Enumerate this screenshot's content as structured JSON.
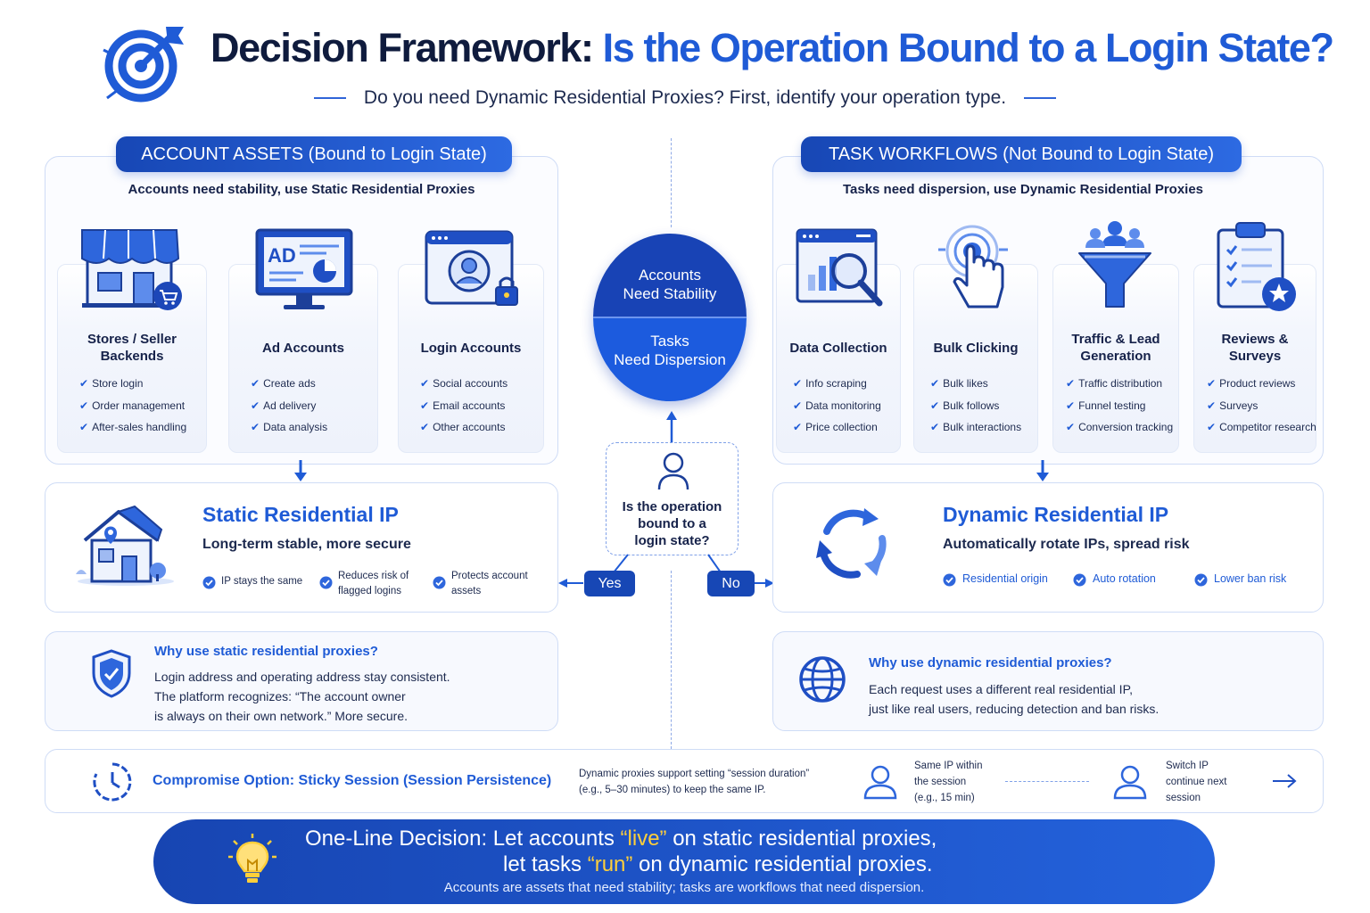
{
  "header": {
    "title_main": "Decision Framework:",
    "title_accent": "Is the Operation Bound to a Login State?",
    "subtitle": "Do you need Dynamic Residential Proxies? First, identify your operation type."
  },
  "left": {
    "head": "ACCOUNT ASSETS (Bound to Login State)",
    "sub": "Accounts need stability, use Static Residential Proxies",
    "cards": [
      {
        "title": "Stores / Seller Backends",
        "items": [
          "Store login",
          "Order management",
          "After-sales handling"
        ],
        "icon": "storefront-icon"
      },
      {
        "title": "Ad Accounts",
        "items": [
          "Create ads",
          "Ad delivery",
          "Data analysis"
        ],
        "icon": "ad-monitor-icon",
        "icon_text": "AD"
      },
      {
        "title": "Login Accounts",
        "items": [
          "Social accounts",
          "Email accounts",
          "Other accounts"
        ],
        "icon": "login-window-icon"
      }
    ],
    "ip": {
      "title": "Static Residential IP",
      "sub": "Long-term stable, more secure",
      "features": [
        "IP stays the same",
        "Reduces risk of flagged logins",
        "Protects account assets"
      ]
    },
    "why": {
      "title": "Why use static residential proxies?",
      "lines": [
        "Login address and operating address stay consistent.",
        "The platform recognizes:  “The account owner",
        "is always on their own network.” More secure."
      ]
    }
  },
  "right": {
    "head": "TASK WORKFLOWS (Not Bound to Login State)",
    "sub": "Tasks need dispersion, use Dynamic Residential Proxies",
    "cards": [
      {
        "title": "Data Collection",
        "items": [
          "Info scraping",
          "Data monitoring",
          "Price collection"
        ],
        "icon": "data-search-icon"
      },
      {
        "title": "Bulk Clicking",
        "items": [
          "Bulk likes",
          "Bulk follows",
          "Bulk interactions"
        ],
        "icon": "click-hand-icon"
      },
      {
        "title": "Traffic & Lead Generation",
        "items": [
          "Traffic distribution",
          "Funnel testing",
          "Conversion tracking"
        ],
        "icon": "funnel-icon"
      },
      {
        "title": "Reviews & Surveys",
        "items": [
          "Product reviews",
          "Surveys",
          "Competitor research"
        ],
        "icon": "clipboard-icon"
      }
    ],
    "ip": {
      "title": "Dynamic Residential IP",
      "sub": "Automatically rotate IPs, spread risk",
      "features": [
        "Residential origin",
        "Auto rotation",
        "Lower ban risk"
      ]
    },
    "why": {
      "title": "Why use dynamic residential proxies?",
      "lines": [
        "Each request uses a different real residential IP,",
        "just like real users, reducing detection and ban risks."
      ]
    }
  },
  "center": {
    "circle_top": [
      "Accounts",
      "Need Stability"
    ],
    "circle_bottom": [
      "Tasks",
      "Need Dispersion"
    ],
    "question": [
      "Is the operation",
      "bound to a",
      "login state?"
    ],
    "yes": "Yes",
    "no": "No"
  },
  "sticky": {
    "title": "Compromise Option: Sticky Session (Session Persistence)",
    "desc": [
      "Dynamic proxies support setting “session duration”",
      "(e.g., 5–30 minutes) to keep the same IP."
    ],
    "step1": [
      "Same IP within",
      "the session",
      "(e.g., 15 min)"
    ],
    "step2": [
      "Switch IP",
      "continue next",
      "session"
    ]
  },
  "banner": {
    "l1_a": "One-Line Decision:  Let accounts ",
    "l1_hl": "“live”",
    "l1_b": " on static residential proxies,",
    "l2_a": "let tasks ",
    "l2_hl": "“run”",
    "l2_b": " on dynamic residential proxies.",
    "l3": "Accounts are assets that need stability; tasks are workflows that need dispersion."
  },
  "colors": {
    "brand": "#1f5bd6",
    "navy": "#1747b5",
    "text": "#0f1b3d",
    "highlight": "#ffcf3a"
  }
}
